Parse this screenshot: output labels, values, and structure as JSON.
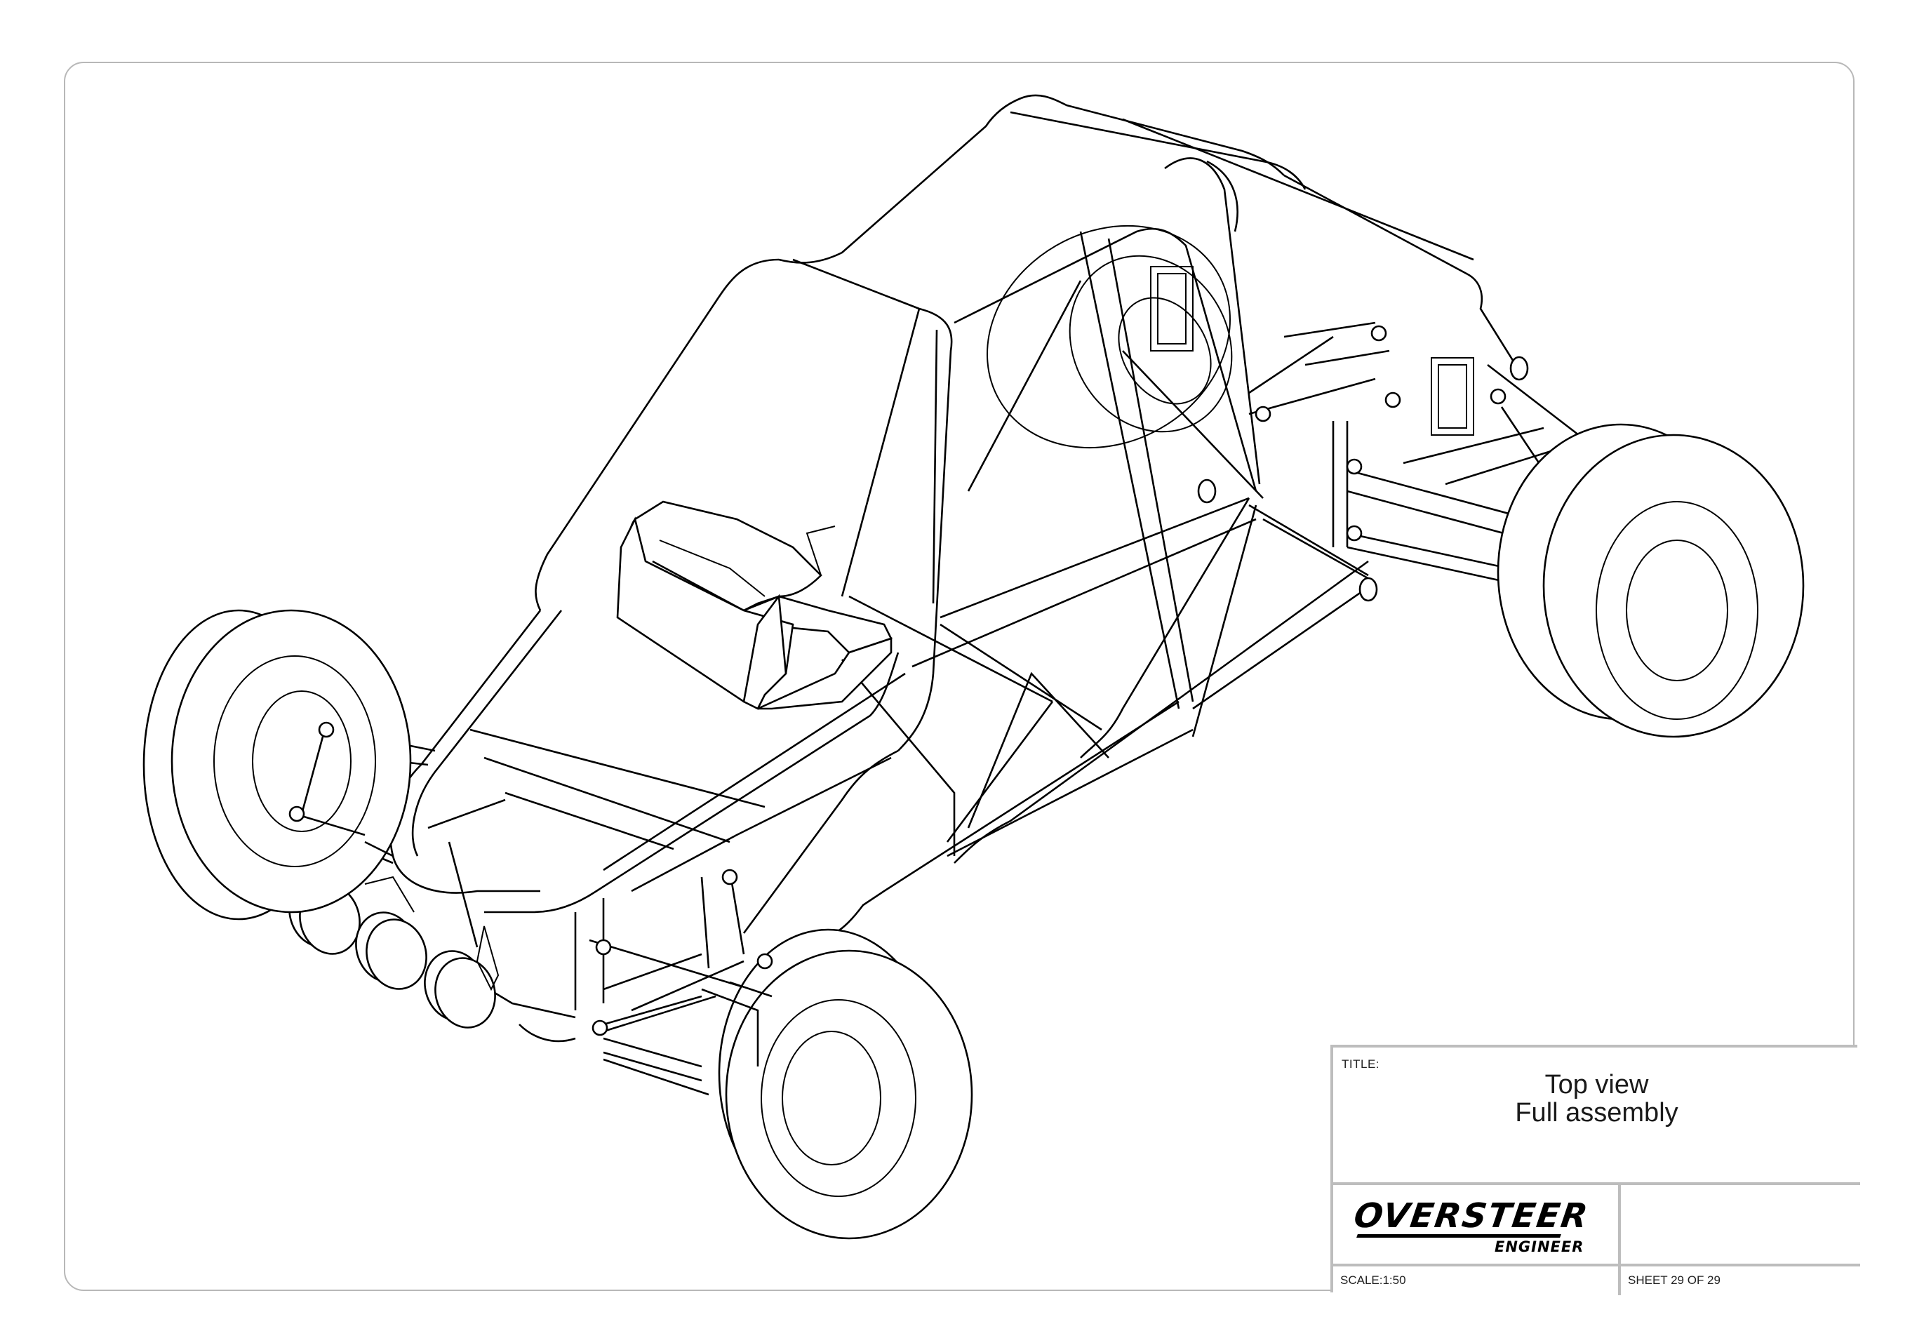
{
  "title_block": {
    "title_label": "TITLE:",
    "title_line1": "Top view",
    "title_line2": "Full assembly",
    "logo_main": "OVERSTEER",
    "logo_sub": "ENGINEER",
    "scale": "SCALE:1:50",
    "sheet": "SHEET 29 OF 29"
  },
  "colors": {
    "border": "#bdbdbd",
    "lines": "#000000",
    "background": "#ffffff"
  }
}
